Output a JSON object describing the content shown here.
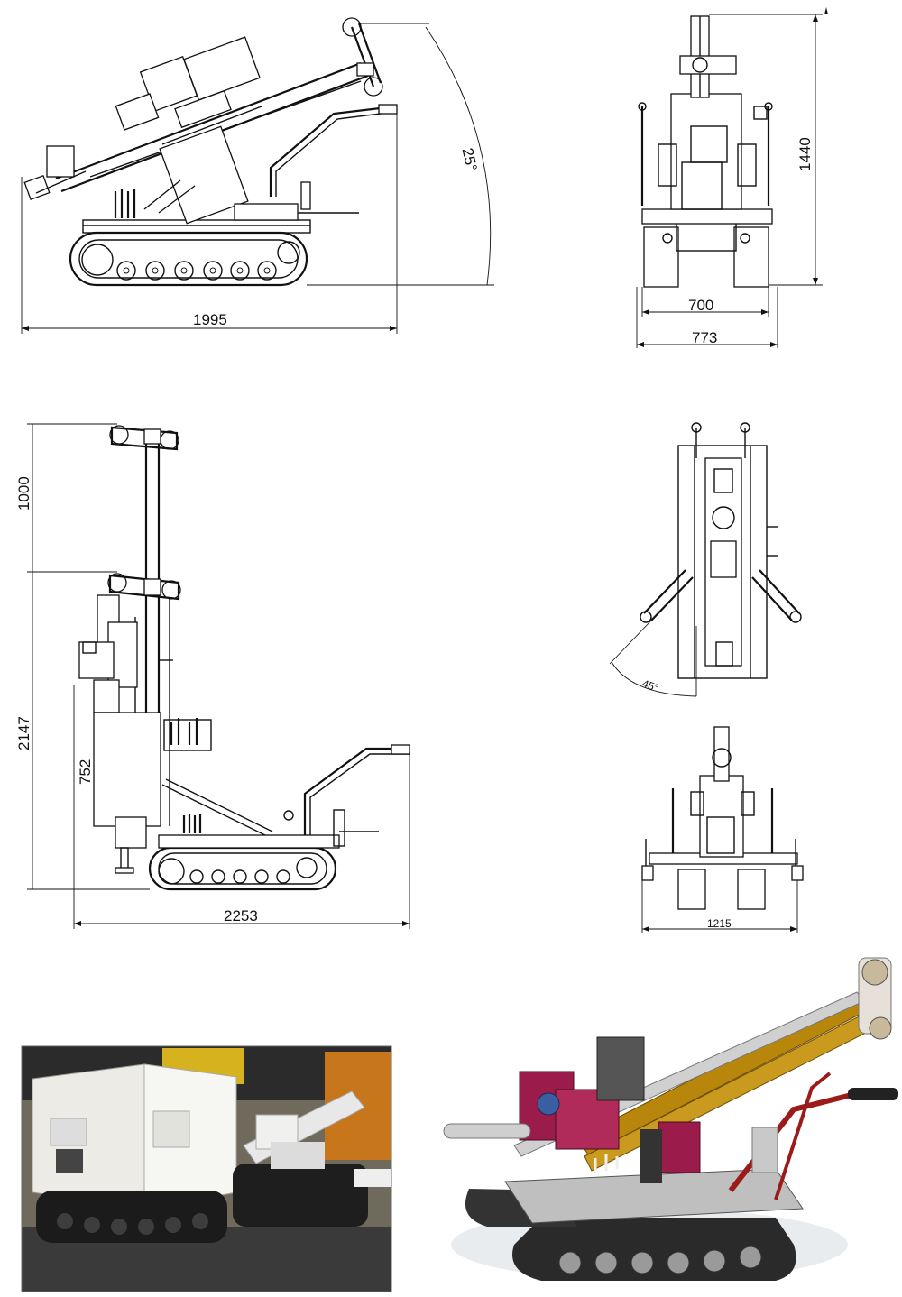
{
  "drawings": {
    "side_view_tilted": {
      "overall_length": "1995",
      "tilt_angle": "25°"
    },
    "front_view": {
      "height": "1440",
      "track_width": "700",
      "overall_width": "773"
    },
    "side_view_raised": {
      "mast_extension": "1000",
      "overall_height": "2147",
      "head_height": "752",
      "overall_length": "2253"
    },
    "top_view": {
      "swing_angle": "45°"
    },
    "rear_view": {
      "outrigger_width": "1215"
    }
  },
  "colors": {
    "line": "#111111",
    "render_mast": "#b8860b",
    "render_frame": "#9b1b4a",
    "render_track": "#2a2a2a"
  }
}
